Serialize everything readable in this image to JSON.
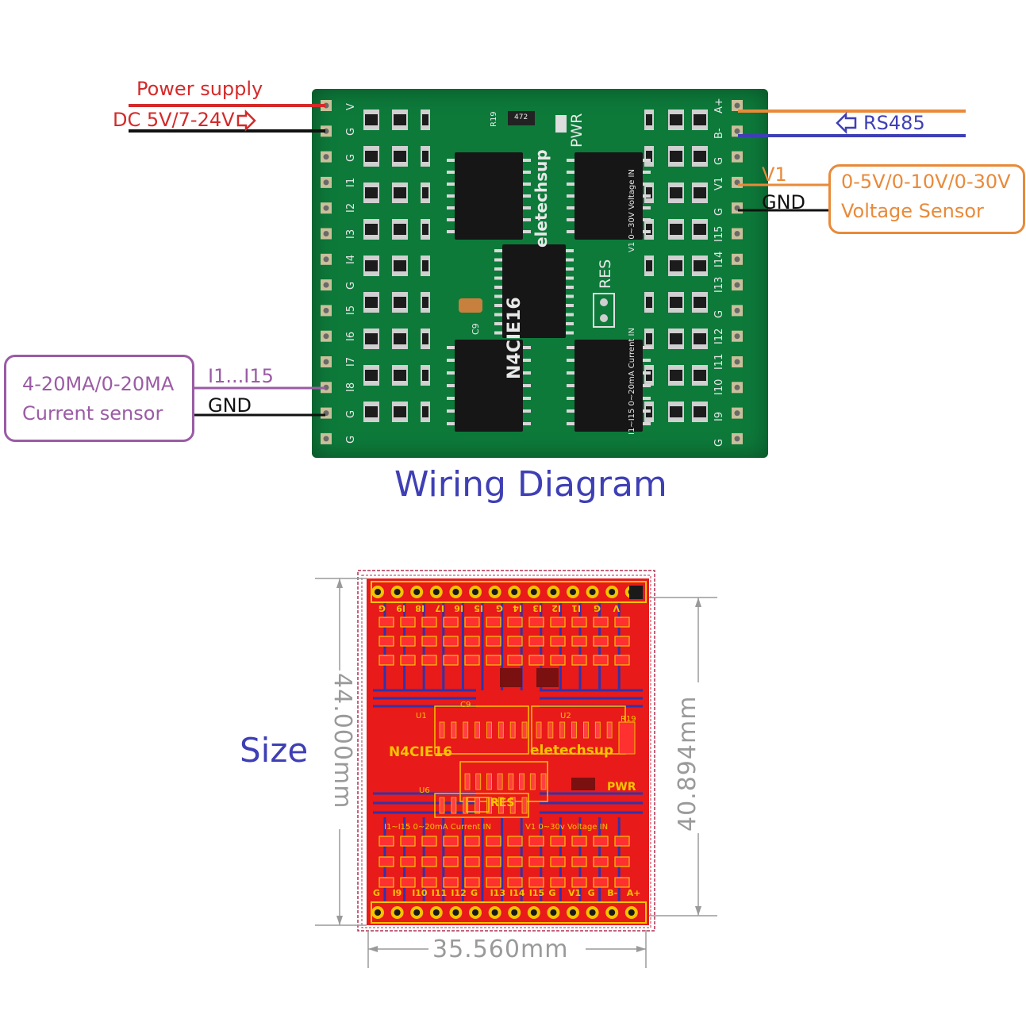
{
  "wiring": {
    "power_label": "Power supply",
    "dc_label": "DC 5V/7-24V",
    "rs485_label": "RS485",
    "v1_label": "V1",
    "gnd_right_label": "GND",
    "voltage_box_line1": "0-5V/0-10V/0-30V",
    "voltage_box_line2": "Voltage Sensor",
    "current_box_line1": "4-20MA/0-20MA",
    "current_box_line2": "Current sensor",
    "i_range_label": "I1...I15",
    "gnd_left_label": "GND",
    "title": "Wiring Diagram"
  },
  "board": {
    "model": "N4CIE16",
    "brand": "eletechsup",
    "pwr": "PWR",
    "res": "RES",
    "c9": "C9",
    "r19": "R19",
    "r19_value": "472",
    "left_pins": [
      "V",
      "G",
      "G",
      "I1",
      "I2",
      "I3",
      "I4",
      "G",
      "I5",
      "I6",
      "I7",
      "I8",
      "G",
      "G"
    ],
    "right_pins": [
      "A+",
      "B-",
      "G",
      "V1",
      "G",
      "I15",
      "I14",
      "I13",
      "G",
      "I12",
      "I11",
      "I10",
      "I9",
      "G"
    ],
    "voltage_in_text": "V1 0~30V Voltage IN",
    "current_in_text": "I1~I15 0~20mA Current IN"
  },
  "size": {
    "label": "Size",
    "height_dim": "44.000mm",
    "inner_height_dim": "40.894mm",
    "width_dim": "35.560mm",
    "layout_top_pins": [
      "G",
      "I9",
      "I8",
      "I7",
      "I6",
      "I5",
      "G",
      "I4",
      "I3",
      "I2",
      "I1",
      "G",
      "V"
    ],
    "layout_bottom_pins": [
      "G",
      "I9",
      "I10",
      "I11",
      "I12",
      "G",
      "I13",
      "I14",
      "I15",
      "G",
      "V1",
      "G",
      "B-",
      "A+"
    ],
    "layout_model": "N4CIE16",
    "layout_brand": "eletechsup",
    "layout_pwr": "PWR",
    "layout_res": "RES",
    "layout_current_in": "I1~I15  0~20mA  Current  IN",
    "layout_voltage_in": "V1  0~30v  Voltage  IN",
    "layout_u1": "U1",
    "layout_u2": "U2",
    "layout_u6": "U6",
    "layout_c9": "C9",
    "layout_r19": "R19"
  },
  "colors": {
    "power_red": "#d42a2a",
    "black": "#111111",
    "orange": "#e98a3a",
    "blue": "#3f3fb5",
    "purple": "#9b5ba5",
    "pcb_green": "#0d7a3a",
    "layout_red": "#e81a1a",
    "layout_blue": "#3333aa",
    "layout_yellow": "#f5c400"
  }
}
